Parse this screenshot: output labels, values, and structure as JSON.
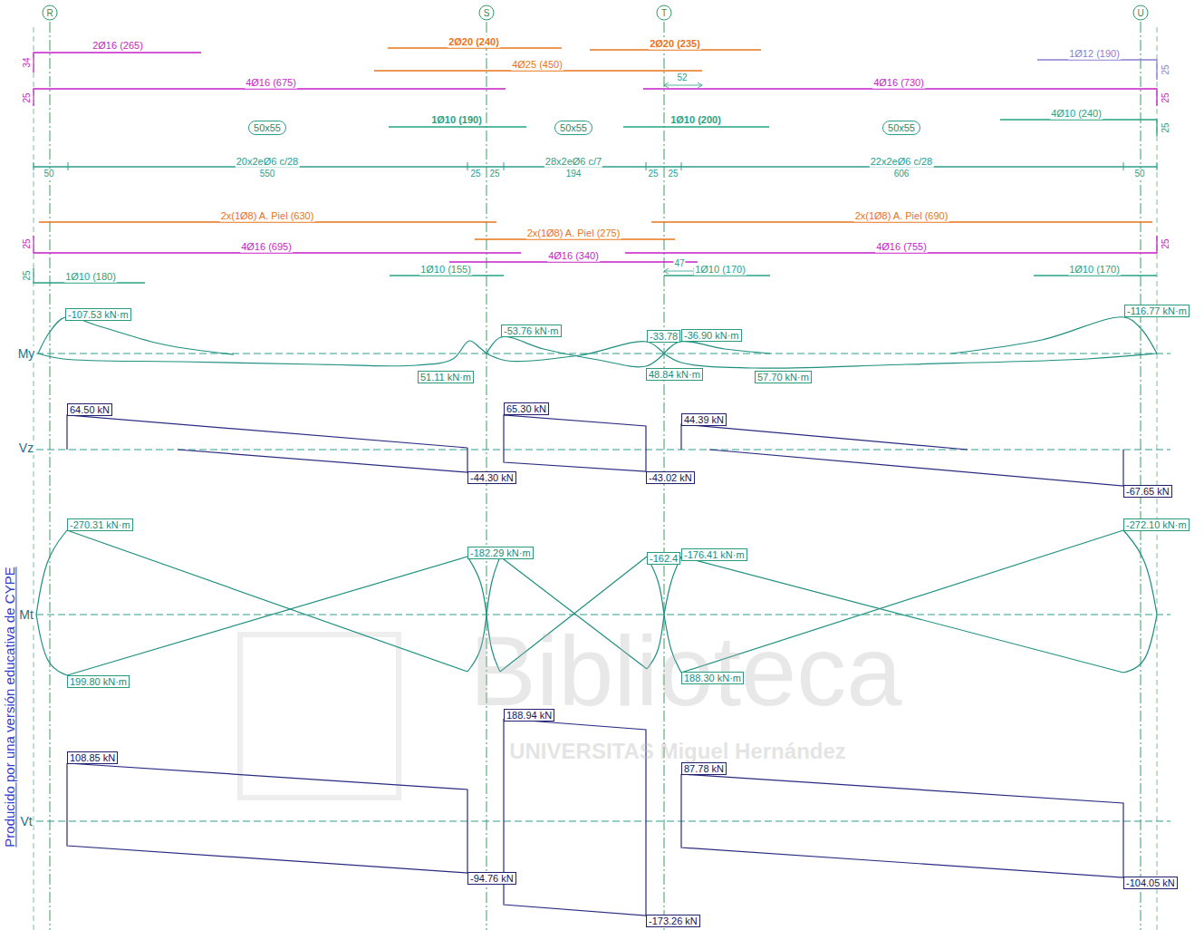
{
  "diagram": {
    "nodes": [
      {
        "text": [
          "R"
        ]
      },
      {
        "text": [
          "S"
        ]
      },
      {
        "text": [
          "T"
        ]
      },
      {
        "text": [
          "U"
        ]
      },
      {
        "text": [
          "50x55"
        ]
      },
      {
        "text": [
          "50x55"
        ]
      },
      {
        "text": [
          "50x55"
        ]
      },
      {
        "text": [
          "-107.53 kN·m"
        ]
      },
      {
        "text": [
          "-53.76 kN·m"
        ]
      },
      {
        "text": [
          "-33.78"
        ]
      },
      {
        "text": [
          "-36.90 kN·m"
        ]
      },
      {
        "text": [
          "-116.77 kN·m"
        ]
      },
      {
        "text": [
          "51.11 kN·m"
        ]
      },
      {
        "text": [
          "48.84 kN·m"
        ]
      },
      {
        "text": [
          "57.70 kN·m"
        ]
      },
      {
        "text": [
          "64.50 kN"
        ]
      },
      {
        "text": [
          "65.30 kN"
        ]
      },
      {
        "text": [
          "44.39 kN"
        ]
      },
      {
        "text": [
          "-44.30 kN"
        ]
      },
      {
        "text": [
          "-43.02 kN"
        ]
      },
      {
        "text": [
          "-67.65 kN"
        ]
      },
      {
        "text": [
          "-270.31 kN·m"
        ]
      },
      {
        "text": [
          "-182.29 kN·m"
        ]
      },
      {
        "text": [
          "-162.4"
        ]
      },
      {
        "text": [
          "-176.41 kN·m"
        ]
      },
      {
        "text": [
          "-272.10 kN·m"
        ]
      },
      {
        "text": [
          "199.80 kN·m"
        ]
      },
      {
        "text": [
          "188.30 kN·m"
        ]
      },
      {
        "text": [
          "188.94 kN"
        ]
      },
      {
        "text": [
          "108.85 kN"
        ]
      },
      {
        "text": [
          "87.78 kN"
        ]
      },
      {
        "text": [
          "-94.76 kN"
        ]
      },
      {
        "text": [
          "-104.05 kN"
        ]
      },
      {
        "text": [
          "-173.26 kN"
        ]
      }
    ],
    "labels": [
      "34",
      "2Ø16 (265)",
      "2Ø20 (240)",
      "2Ø20 (235)",
      "4Ø25 (450)",
      "1Ø12 (190)",
      "25",
      "52",
      "25",
      "4Ø16 (675)",
      "4Ø16 (730)",
      "25",
      "1Ø10 (190)",
      "1Ø10 (200)",
      "4Ø10 (240)",
      "25",
      "20x2eØ6 c/28",
      "28x2eØ6 c/7",
      "22x2eØ6 c/28",
      "50",
      "550",
      "25",
      "25",
      "194",
      "25",
      "25",
      "606",
      "50",
      "2x(1Ø8) A. Piel (630)",
      "2x(1Ø8) A. Piel (690)",
      "2x(1Ø8) A. Piel (275)",
      "25",
      "4Ø16 (695)",
      "4Ø16 (755)",
      "25",
      "4Ø16 (340)",
      "25",
      "1Ø10 (180)",
      "1Ø10 (155)",
      "47",
      "1Ø10 (170)",
      "1Ø10 (170)",
      "My",
      "Vz",
      "Mt",
      "Vt",
      "Biblioteca",
      "UNIVERSITAS Miguel Hernández",
      "Producido por una versión educativa de CYPE"
    ]
  }
}
